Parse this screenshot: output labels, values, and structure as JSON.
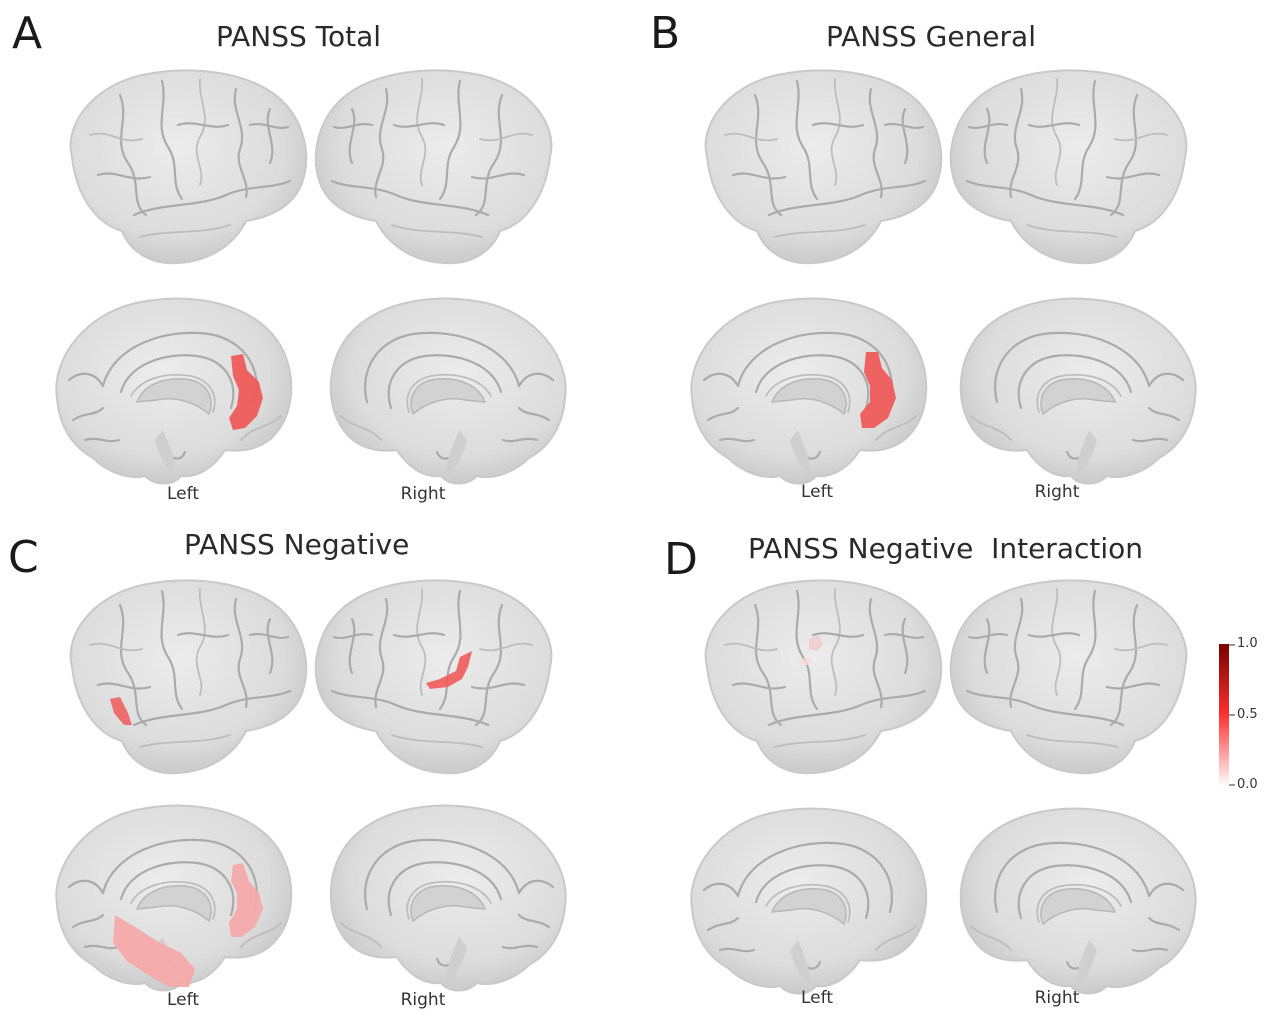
{
  "panels": [
    {
      "letter": "A",
      "title": "PANSS Total",
      "left_label": "Left",
      "right_label": "Right"
    },
    {
      "letter": "B",
      "title": "PANSS General",
      "left_label": "Left",
      "right_label": "Right"
    },
    {
      "letter": "C",
      "title": "PANSS Negative",
      "left_label": "Left",
      "right_label": "Right"
    },
    {
      "letter": "D",
      "title": "PANSS Negative  Interaction",
      "left_label": "Left",
      "right_label": "Right"
    }
  ],
  "colorbar": {
    "ticks": [
      "1.0",
      "0.5",
      "0.0"
    ],
    "min": 0.0,
    "max": 1.0,
    "color_low": "#ffffff",
    "color_mid": "#ff3030",
    "color_high": "#7a0000"
  },
  "colors": {
    "brain_base": "#e3e3e3",
    "brain_shadow": "#c9c9c9",
    "highlight_strong": "#ef5b5b",
    "highlight_light": "#f6a9a9"
  }
}
